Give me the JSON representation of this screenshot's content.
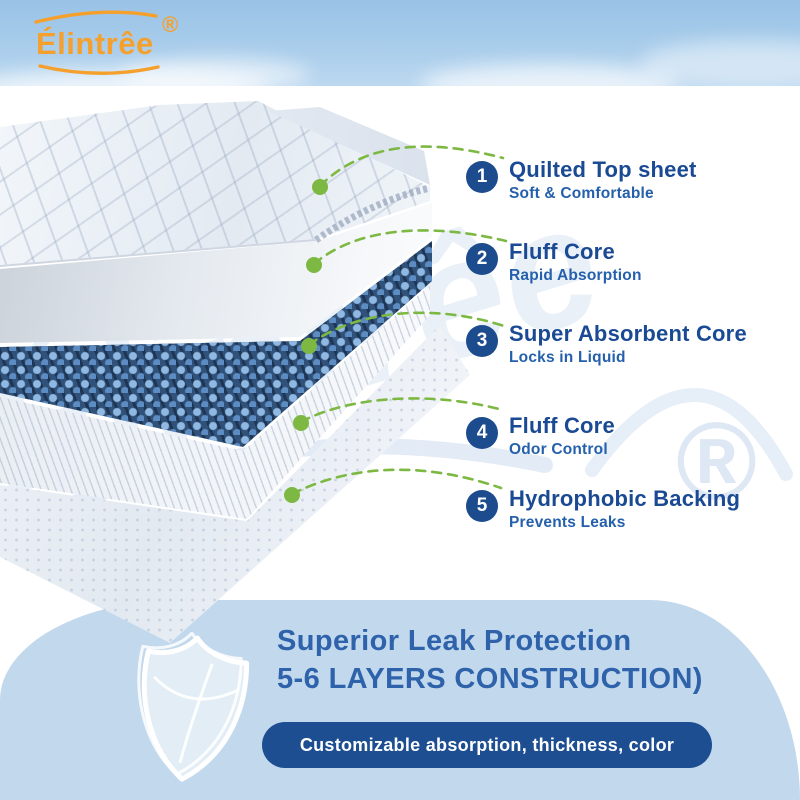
{
  "brand": {
    "logo_text": "Élintrêe",
    "registered_mark": "®"
  },
  "layers": [
    {
      "number": "1",
      "title": "Quilted Top sheet",
      "subtitle": "Soft & Comfortable"
    },
    {
      "number": "2",
      "title": "Fluff Core",
      "subtitle": "Rapid Absorption"
    },
    {
      "number": "3",
      "title": "Super Absorbent Core",
      "subtitle": "Locks in Liquid"
    },
    {
      "number": "4",
      "title": "Fluff Core",
      "subtitle": "Odor Control"
    },
    {
      "number": "5",
      "title": "Hydrophobic Backing",
      "subtitle": "Prevents Leaks"
    }
  ],
  "footer": {
    "headline_line1": "Superior Leak Protection",
    "headline_line2": "5-6 LAYERS CONSTRUCTION)",
    "badge": "Customizable absorption, thickness, color"
  },
  "watermark": {
    "text": "Élintrêe",
    "mark": "®"
  },
  "colors": {
    "brand_orange": "#F5A02C",
    "navy": "#1C4C8E",
    "heading_blue": "#1A4A94",
    "footer_blue": "#2E62AB",
    "callout_green": "#7DB843",
    "sky_blue": "#A3C9E8",
    "blob_blue": "#C2D8EC",
    "sap_blue": "#5C8CC2"
  }
}
